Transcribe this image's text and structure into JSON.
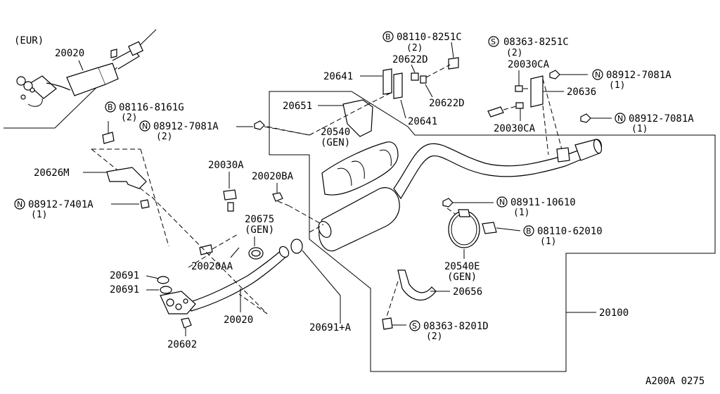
{
  "region_label": "(EUR)",
  "footer_code": "A200A 0275",
  "qty": {
    "q1": "(1)",
    "q2": "(2)"
  },
  "prefix": {
    "B": "B",
    "N": "N",
    "S": "S"
  },
  "labels": {
    "eur_pipe": "20020",
    "b_08110_8251c": "08110-8251C",
    "s_08363_8251c": "08363-8251C",
    "p20622d_top": "20622D",
    "p20641_top": "20641",
    "p20030ca_top": "20030CA",
    "n_08912_7081a_top": "08912-7081A",
    "p20636": "20636",
    "p20651": "20651",
    "p20622d_mid": "20622D",
    "p20641_mid": "20641",
    "p20030ca_mid": "20030CA",
    "n_08912_7081a_right": "08912-7081A",
    "b_08116_8161g": "08116-8161G",
    "n_08912_7081a_left": "08912-7081A",
    "p20540": "20540",
    "gen": "(GEN)",
    "p20626m": "20626M",
    "p20030a": "20030A",
    "p20020ba": "20020BA",
    "n_08912_7401a": "08912-7401A",
    "n_08911_10610": "08911-10610",
    "p20675": "20675",
    "b_08110_62010": "08110-62010",
    "p20020aa": "20020AA",
    "p20540e": "20540E",
    "p20691_a": "20691",
    "p20691_b": "20691",
    "p20656": "20656",
    "p20020_main": "20020",
    "p20100": "20100",
    "p20691_plus_a": "20691+A",
    "s_08363_8201d": "08363-8201D",
    "p20602": "20602"
  }
}
